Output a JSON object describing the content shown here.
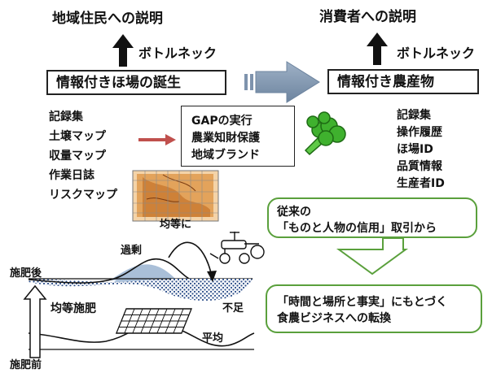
{
  "top_left": {
    "explanation": "地域住民への説明",
    "bottleneck": "ボトルネック",
    "main_box": "情報付きほ場の誕生"
  },
  "top_right": {
    "explanation": "消費者への説明",
    "bottleneck": "ボトルネック",
    "main_box": "情報付き農産物"
  },
  "left_records": [
    "記録集",
    "土壌マップ",
    "収量マップ",
    "作業日誌",
    "リスクマップ"
  ],
  "center_box": [
    "GAPの実行",
    "農業知財保護",
    "地域ブランド"
  ],
  "right_records": [
    "記録集",
    "操作履歴",
    "ほ場ID",
    "品質情報",
    "生産者ID"
  ],
  "transition": {
    "from_text": [
      "従来の",
      "「ものと人物の信用」取引から"
    ],
    "to_text": [
      "「時間と場所と事実」にもとづく",
      "食農ビジネスへの転換"
    ]
  },
  "fertilizer": {
    "after": "施肥後",
    "before": "施肥前",
    "uniform_apply": "均等施肥",
    "excess": "過剰",
    "to_uniform": "均等に",
    "shortage": "不足",
    "average": "平均"
  },
  "colors": {
    "big_arrow": "#7e93ad",
    "red_arrow": "#c0504d",
    "green_border": "#5aa03c",
    "map_orange": "#e3a35b",
    "broccoli": "#3fb12e"
  }
}
